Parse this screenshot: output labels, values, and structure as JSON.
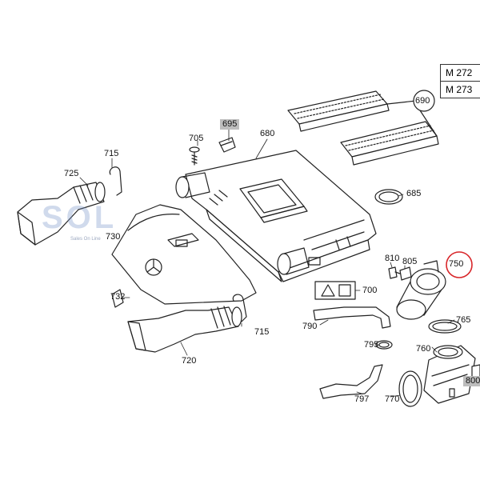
{
  "engine_codes": [
    "M 272",
    "M 273"
  ],
  "logo": {
    "text": "SOL",
    "subtitle": "Sales On Line"
  },
  "callouts": {
    "c690": "690",
    "c695": "695",
    "c705": "705",
    "c680": "680",
    "c715a": "715",
    "c725": "725",
    "c685": "685",
    "c730": "730",
    "c810": "810",
    "c805": "805",
    "c750": "750",
    "c732": "732",
    "c700": "700",
    "c715b": "715",
    "c790": "790",
    "c765": "765",
    "c795": "795",
    "c760": "760",
    "c720": "720",
    "c800": "800",
    "c797": "797",
    "c770": "770"
  },
  "colors": {
    "line": "#222222",
    "highlight_ring": "#d8262a",
    "gray_label": "#bdbdbd"
  }
}
